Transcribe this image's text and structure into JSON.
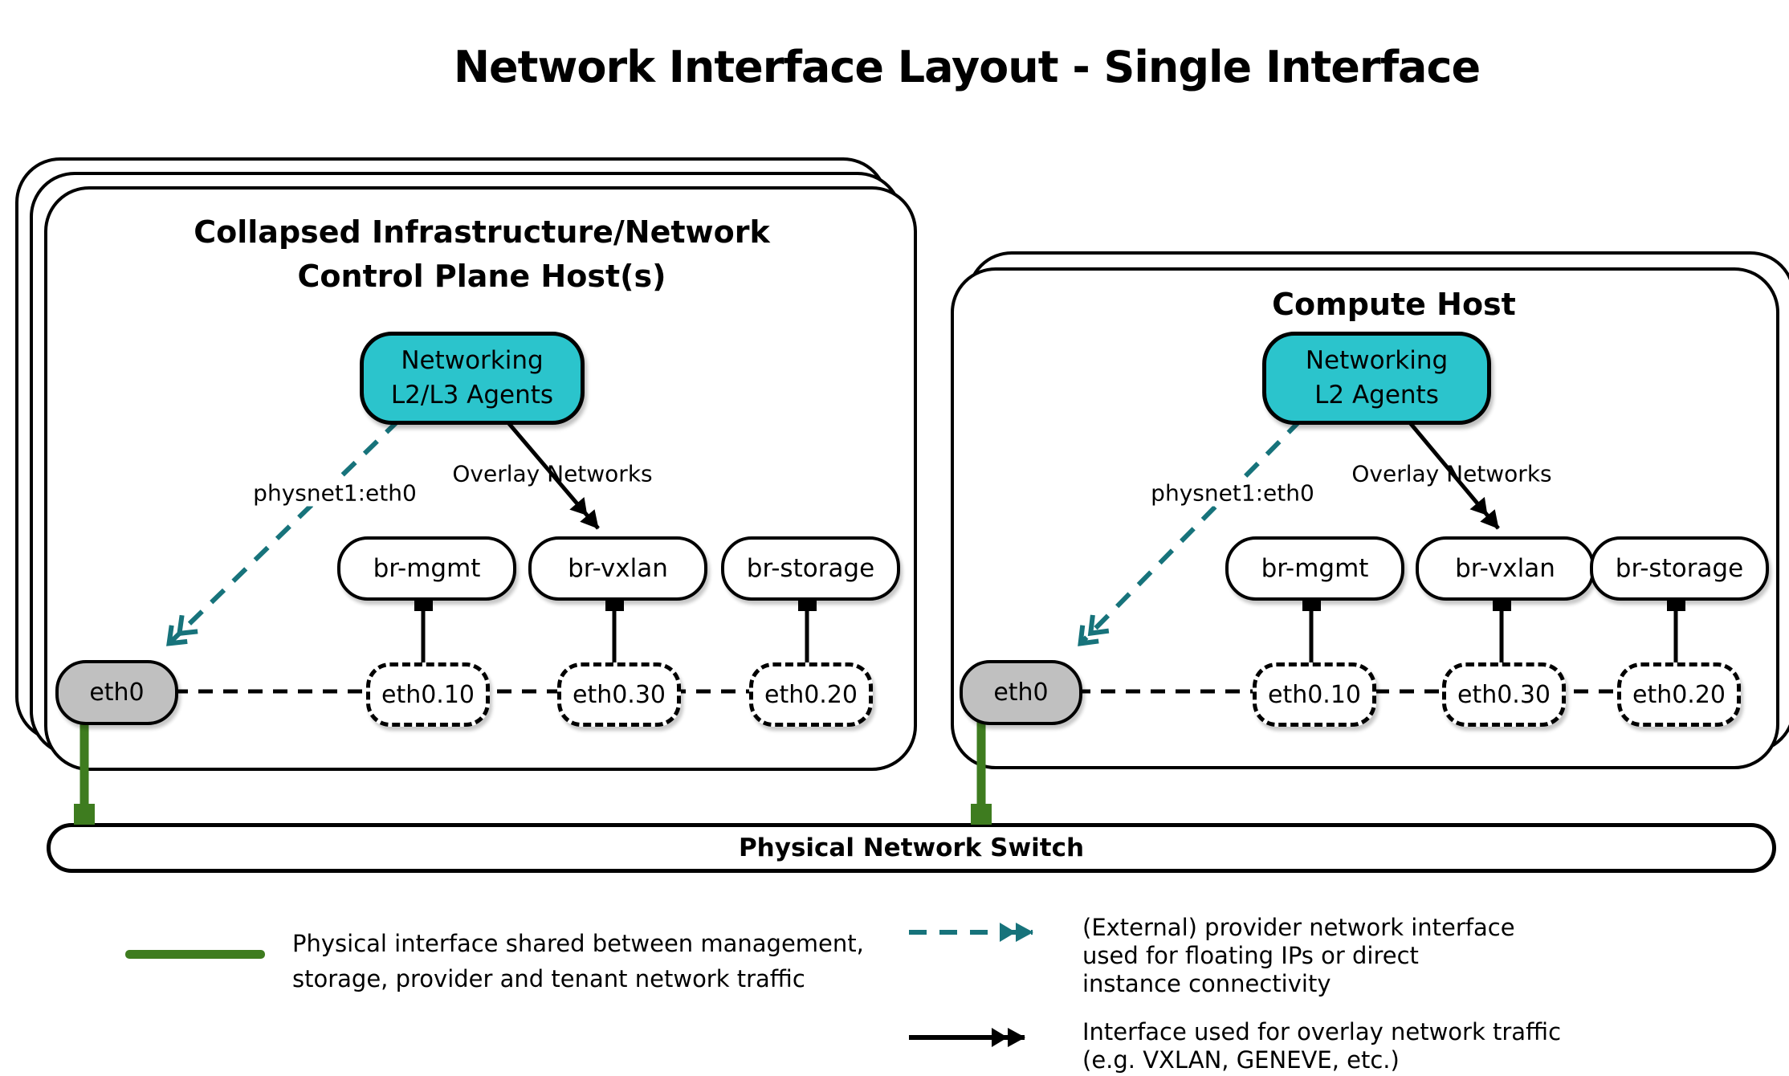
{
  "title": "Network Interface Layout - Single Interface",
  "hosts": {
    "left": {
      "title_line1": "Collapsed Infrastructure/Network",
      "title_line2": "Control Plane Host(s)",
      "agent": {
        "line1": "Networking",
        "line2": "L2/L3 Agents"
      },
      "provider_label": "physnet1:eth0",
      "overlay_label": "Overlay Networks",
      "bridges": [
        "br-mgmt",
        "br-vxlan",
        "br-storage"
      ],
      "nic": "eth0",
      "vlans": [
        "eth0.10",
        "eth0.30",
        "eth0.20"
      ]
    },
    "right": {
      "title_line1": "Compute Host",
      "agent": {
        "line1": "Networking",
        "line2": "L2 Agents"
      },
      "provider_label": "physnet1:eth0",
      "overlay_label": "Overlay Networks",
      "bridges": [
        "br-mgmt",
        "br-vxlan",
        "br-storage"
      ],
      "nic": "eth0",
      "vlans": [
        "eth0.10",
        "eth0.30",
        "eth0.20"
      ]
    }
  },
  "switch_bar": {
    "label": "Physical Network Switch"
  },
  "legend": {
    "physical": {
      "line1": "Physical interface shared between management,",
      "line2": "storage, provider and tenant network traffic"
    },
    "provider": {
      "line1": "(External) provider network interface",
      "line2": "used for floating IPs or direct",
      "line3": "instance connectivity"
    },
    "overlay": {
      "line1": "Interface used for overlay network traffic",
      "line2": "(e.g. VXLAN, GENEVE, etc.)"
    }
  },
  "colors": {
    "agent_fill": "#2BC4CC",
    "provider_arrow": "#17737B",
    "physical_line": "#3E7C1F",
    "nic_fill": "#C0C0C0"
  }
}
